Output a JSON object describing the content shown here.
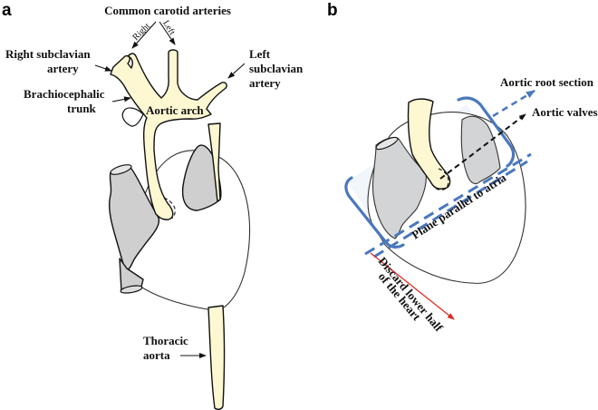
{
  "panels": {
    "a": {
      "letter": "a",
      "labels": {
        "common_carotid": "Common carotid arteries",
        "right": "Right",
        "left": "Left",
        "right_subclavian_1": "Right subclavian",
        "right_subclavian_2": "artery",
        "left_subclavian_1": "Left",
        "left_subclavian_2": "subclavian",
        "left_subclavian_3": "artery",
        "brachiocephalic_1": "Brachiocephalic",
        "brachiocephalic_2": "trunk",
        "aortic_arch": "Aortic arch",
        "thoracic_1": "Thoracic",
        "thoracic_2": "aorta"
      }
    },
    "b": {
      "letter": "b",
      "labels": {
        "aortic_root_section": "Aortic root section",
        "aortic_valves": "Aortic valves",
        "plane_parallel": "Plane parallel to atria",
        "discard_1": "Discard lower half",
        "discard_2": "of the heart"
      }
    }
  },
  "colors": {
    "vessel_fill": "#fdf7d2",
    "atrium_fill": "#cfcfcf",
    "plane_blue": "#4a78bd",
    "plane_fill": "#eef3fb",
    "discard_arrow": "#e0261c",
    "outline": "#111111"
  }
}
